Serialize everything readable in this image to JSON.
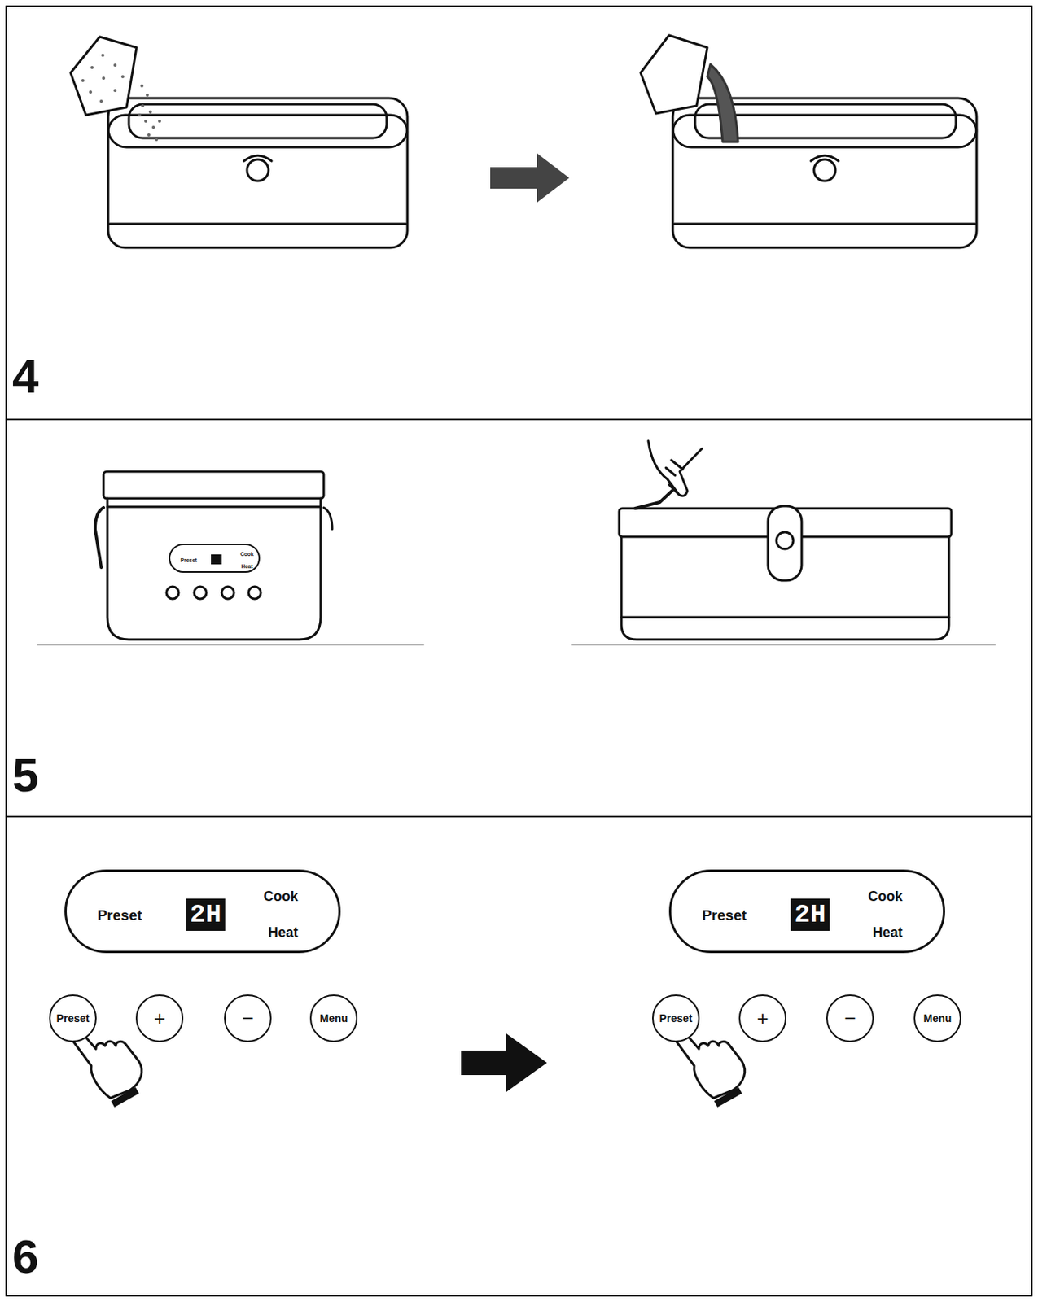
{
  "diagram": {
    "nodes": [
      {
        "text": [
          "Preset",
          "Cook",
          "Heat"
        ]
      },
      {
        "text": [
          "Preset",
          "2H",
          "Cook",
          "Heat"
        ]
      },
      {
        "text": [
          "Preset"
        ]
      },
      {
        "text": [
          "+"
        ]
      },
      {
        "text": [
          "−"
        ]
      },
      {
        "text": [
          "Menu"
        ]
      },
      {
        "text": [
          "Preset",
          "2H",
          "Cook",
          "Heat"
        ]
      },
      {
        "text": [
          "Preset"
        ]
      },
      {
        "text": [
          "+"
        ]
      },
      {
        "text": [
          "−"
        ]
      },
      {
        "text": [
          "Menu"
        ]
      }
    ],
    "labels": [
      "4",
      "5",
      "6"
    ]
  }
}
